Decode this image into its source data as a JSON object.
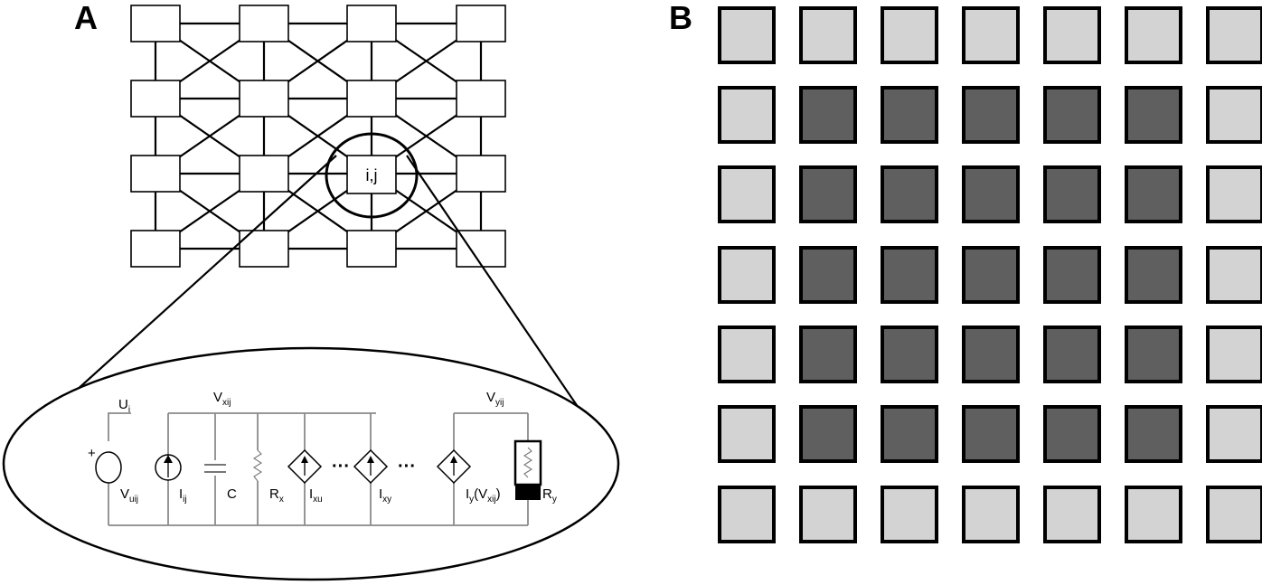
{
  "panels": {
    "a": {
      "letter": "A"
    },
    "b": {
      "letter": "B"
    }
  },
  "network": {
    "highlight_label": "i,j"
  },
  "circuit": {
    "top_labels": {
      "ui": "U",
      "ui_sub": "i",
      "vx": "V",
      "vx_sub": "xij",
      "vy": "V",
      "vy_sub": "yij"
    },
    "plus_sign": "+",
    "dots": "···",
    "components": [
      {
        "main": "V",
        "sub": "uij",
        "kind": "voltage-source"
      },
      {
        "main": "I",
        "sub": "ij",
        "kind": "current-source"
      },
      {
        "main": "C",
        "sub": "",
        "kind": "capacitor"
      },
      {
        "main": "R",
        "sub": "x",
        "kind": "resistor"
      },
      {
        "main": "I",
        "sub": "xu",
        "kind": "dependent-source"
      },
      {
        "main": "I",
        "sub": "xy",
        "kind": "dependent-source"
      },
      {
        "main": "I",
        "sub": "y",
        "after": "(V",
        "sub2": "xij",
        "after2": ")",
        "kind": "dependent-source"
      },
      {
        "main": "R",
        "sub": "y",
        "kind": "output-resistor"
      }
    ]
  },
  "grid": {
    "rows": 7,
    "cols": 7,
    "cells": [
      [
        "light",
        "light",
        "light",
        "light",
        "light",
        "light",
        "light"
      ],
      [
        "light",
        "dark",
        "dark",
        "dark",
        "dark",
        "dark",
        "light"
      ],
      [
        "light",
        "dark",
        "dark",
        "dark",
        "dark",
        "dark",
        "light"
      ],
      [
        "light",
        "dark",
        "dark",
        "dark",
        "dark",
        "dark",
        "light"
      ],
      [
        "light",
        "dark",
        "dark",
        "dark",
        "dark",
        "dark",
        "light"
      ],
      [
        "light",
        "dark",
        "dark",
        "dark",
        "dark",
        "dark",
        "light"
      ],
      [
        "light",
        "light",
        "light",
        "light",
        "light",
        "light",
        "light"
      ]
    ],
    "colors": {
      "light": "#d3d3d3",
      "dark": "#5f5f5f",
      "border": "#000000"
    }
  }
}
